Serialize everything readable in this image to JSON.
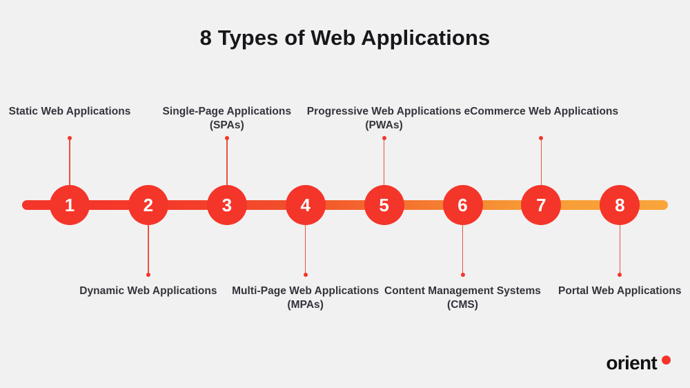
{
  "page": {
    "title": "8 Types of Web Applications",
    "background_color": "#F1F1F1"
  },
  "theme": {
    "node_color": "#F4352A",
    "bar_gradient_start": "#F4352A",
    "bar_gradient_end": "#F9A53A",
    "label_color": "#33333B",
    "title_color": "#17171B",
    "connector_color": "#E8523C"
  },
  "timeline": {
    "items": [
      {
        "number": "1",
        "label": "Static Web Applications",
        "position": "above"
      },
      {
        "number": "2",
        "label": "Dynamic Web Applications",
        "position": "below"
      },
      {
        "number": "3",
        "label": "Single-Page Applications (SPAs)",
        "position": "above"
      },
      {
        "number": "4",
        "label": "Multi-Page Web Applications (MPAs)",
        "position": "below"
      },
      {
        "number": "5",
        "label": "Progressive Web Applications (PWAs)",
        "position": "above"
      },
      {
        "number": "6",
        "label": "Content Management Systems (CMS)",
        "position": "below"
      },
      {
        "number": "7",
        "label": "eCommerce Web Applications",
        "position": "above"
      },
      {
        "number": "8",
        "label": "Portal Web Applications",
        "position": "below"
      }
    ]
  },
  "logo": {
    "text": "orient",
    "dot_color": "#F4352A"
  }
}
